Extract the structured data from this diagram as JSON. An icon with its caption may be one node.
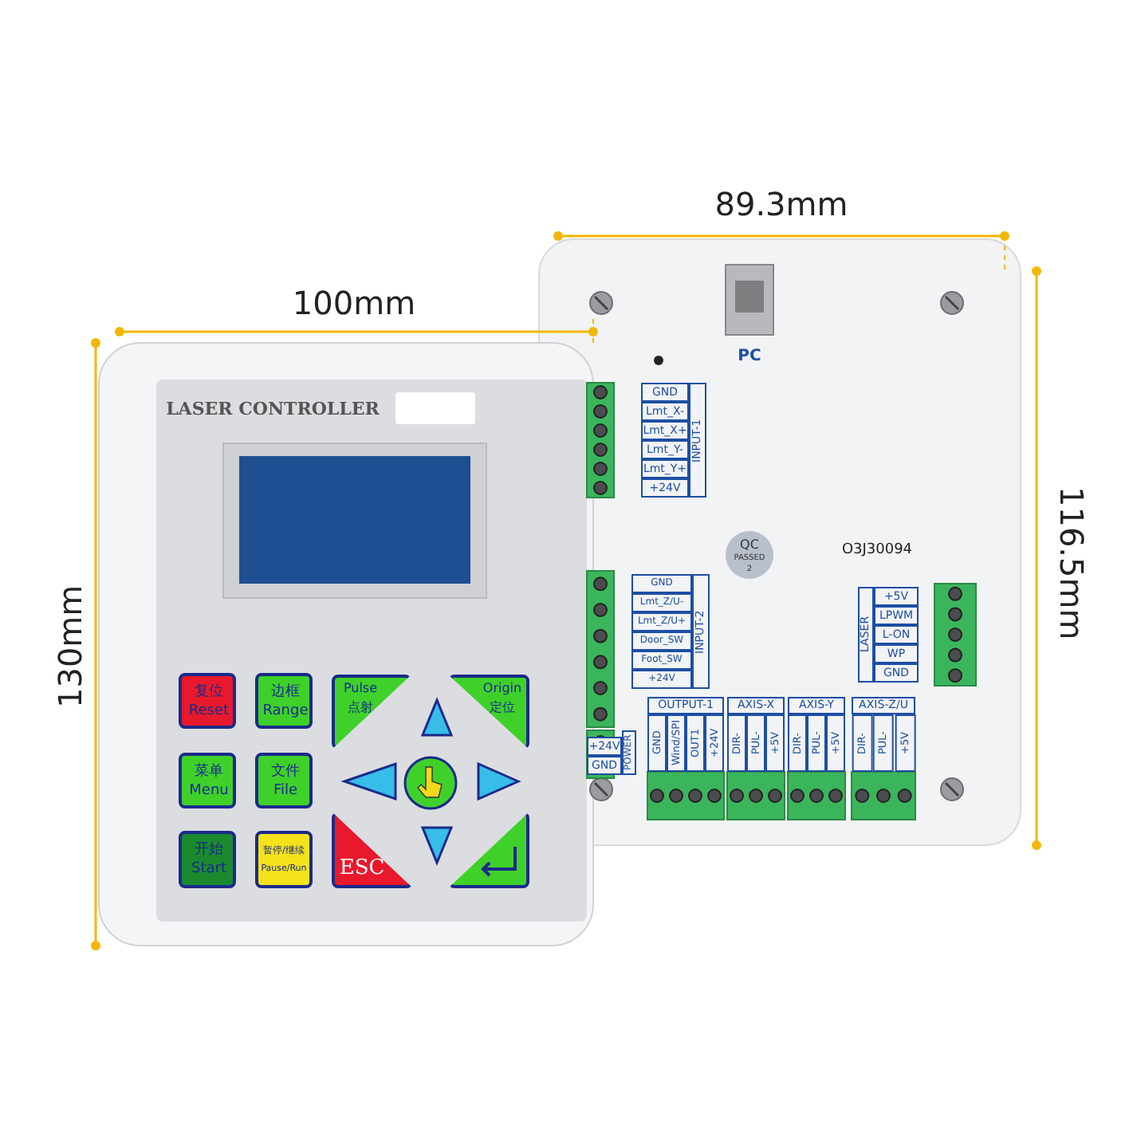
{
  "diagram": {
    "labels": [
      "100mm",
      "89.3mm",
      "130mm",
      "116.5mm",
      "LASER CONTROLLER",
      "PC",
      "GND",
      "Lmt_X-",
      "Lmt_X+",
      "Lmt_Y-",
      "Lmt_Y+",
      "+24V",
      "INPUT-1",
      "QC",
      "PASSED",
      "2",
      "O3J30094",
      "GND",
      "Lmt_Z/U-",
      "Lmt_Z/U+",
      "Door_SW",
      "Foot_SW",
      "+24V",
      "INPUT-2",
      "+5V",
      "LPWM",
      "L-ON",
      "WP",
      "GND",
      "LASER",
      "+24V",
      "GND",
      "POWER",
      "OUTPUT-1",
      "GND",
      "Wind/SPI",
      "OUT1",
      "+24V",
      "AXIS-X",
      "DIR-",
      "PUL-",
      "+5V",
      "AXIS-Y",
      "DIR-",
      "PUL-",
      "+5V",
      "AXIS-Z/U",
      "DIR-",
      "PUL-",
      "+5V",
      "复位",
      "Reset",
      "边框",
      "Range",
      "Pulse",
      "点射",
      "Origin",
      "定位",
      "菜单",
      "Menu",
      "文件",
      "File",
      "开始",
      "Start",
      "暂停/继续",
      "Pause/Run",
      "ESC"
    ]
  }
}
